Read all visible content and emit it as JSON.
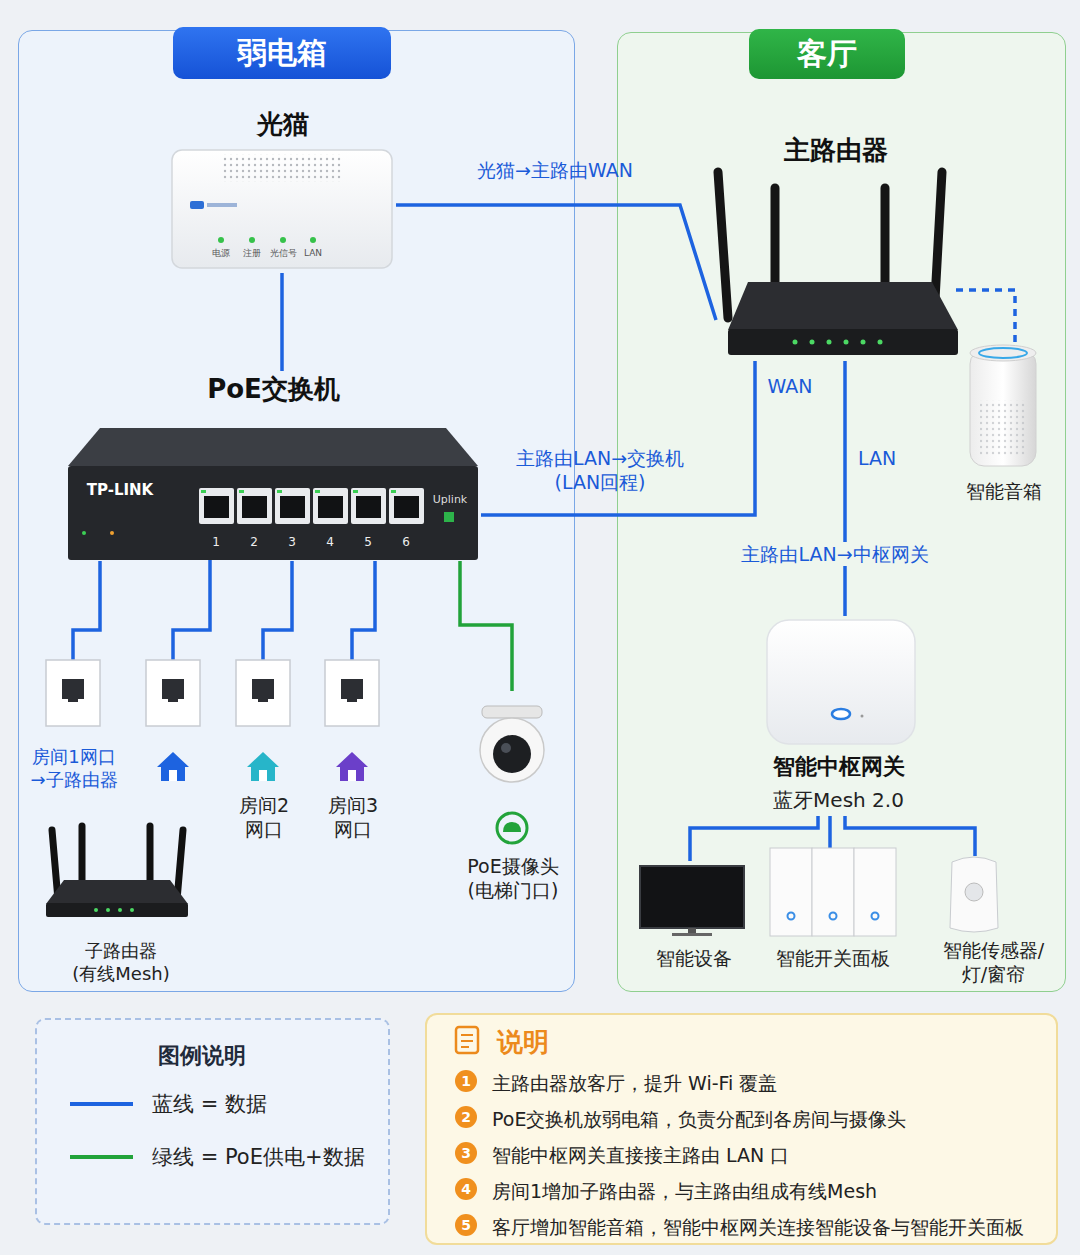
{
  "diagram": {
    "nodes": [
      {
        "text": [
          "弱电箱"
        ]
      },
      {
        "text": [
          "光猫"
        ],
        "in": 0
      },
      {
        "text": [
          "PoE交换机"
        ],
        "in": 0
      },
      {
        "text": [
          "房间1网口 →子路由器"
        ],
        "in": 0
      },
      {
        "text": [
          "房间2 网口"
        ],
        "in": 0
      },
      {
        "text": [
          "房间3 网口"
        ],
        "in": 0
      },
      {
        "text": [
          "PoE摄像头 (电梯门口)"
        ],
        "in": 0
      },
      {
        "text": [
          "子路由器 (有线Mesh)"
        ],
        "in": 0
      },
      {
        "text": [
          "客厅"
        ]
      },
      {
        "text": [
          "主路由器"
        ],
        "in": 8
      },
      {
        "text": [
          "智能音箱"
        ],
        "in": 8
      },
      {
        "text": [
          "智能中枢网关",
          "蓝牙Mesh 2.0"
        ],
        "in": 8
      },
      {
        "text": [
          "智能设备"
        ],
        "in": 8
      },
      {
        "text": [
          "智能开关面板"
        ],
        "in": 8
      },
      {
        "text": [
          "智能传感器/ 灯/窗帘"
        ],
        "in": 8
      },
      {
        "text": [
          "图例说明"
        ]
      },
      {
        "text": [
          "说明",
          "主路由器放客厅，提升 Wi-Fi 覆盖",
          "PoE交换机放弱电箱，负责分配到各房间与摄像头",
          "智能中枢网关直接接主路由 LAN 口",
          "房间1增加子路由器，与主路由组成有线Mesh",
          "客厅增加智能音箱，智能中枢网关连接智能设备与智能开关面板"
        ]
      }
    ],
    "edges": [
      {
        "from": 1,
        "to": 9,
        "label": "光猫→主路由WAN",
        "arrow": "none"
      },
      {
        "from": 1,
        "to": 2,
        "arrow": "none"
      },
      {
        "from": 9,
        "to": 2,
        "label": "主路由LAN→交换机 (LAN回程)",
        "arrow": "none"
      },
      {
        "from": 9,
        "to": 11,
        "label": "主路由LAN→中枢网关",
        "arrow": "none"
      },
      {
        "from": 9,
        "to": 10,
        "arrow": "none"
      },
      {
        "from": 2,
        "to": 3,
        "arrow": "none"
      },
      {
        "from": 2,
        "to": 4,
        "arrow": "none"
      },
      {
        "from": 2,
        "to": 5,
        "arrow": "none"
      },
      {
        "from": 2,
        "to": 6,
        "arrow": "none"
      },
      {
        "from": 11,
        "to": 12,
        "arrow": "none"
      },
      {
        "from": 11,
        "to": 13,
        "arrow": "none"
      },
      {
        "from": 11,
        "to": 14,
        "arrow": "none"
      }
    ],
    "labels": [
      "电源",
      "注册",
      "光信号",
      "LAN",
      "TP-LINK",
      "Uplink",
      "1",
      "2",
      "3",
      "4",
      "5",
      "6",
      "WAN",
      "LAN",
      "1",
      "2",
      "3",
      "4",
      "5"
    ],
    "legend": [
      {
        "text": "蓝线 = 数据"
      },
      {
        "text": "绿线 = PoE供电+数据"
      }
    ]
  }
}
